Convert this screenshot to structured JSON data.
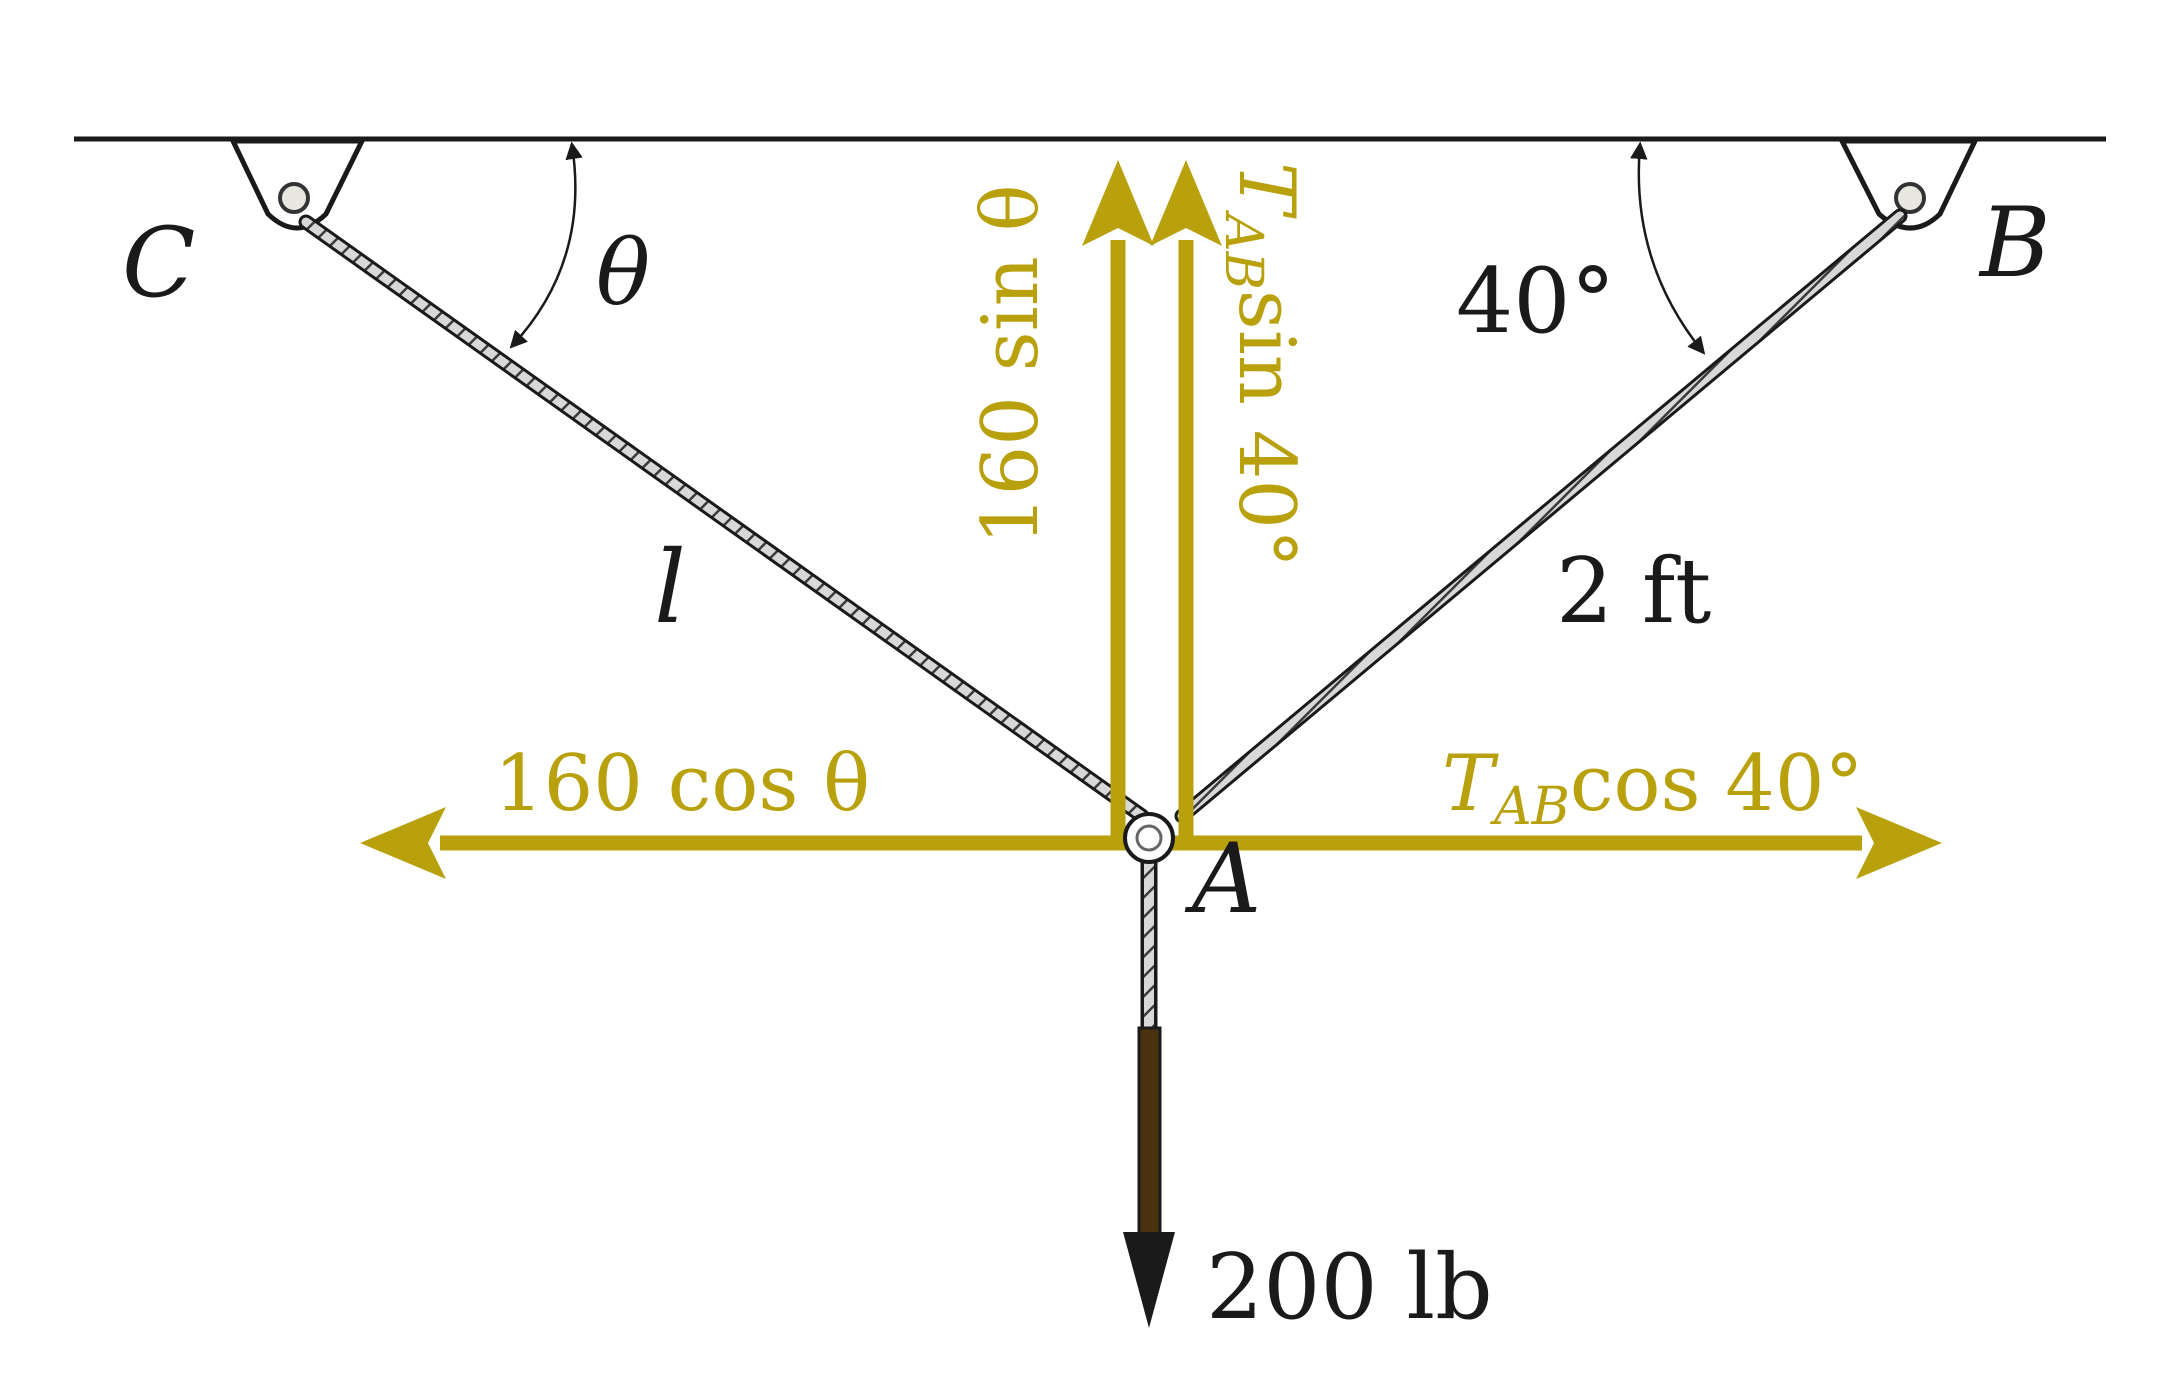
{
  "labels": {
    "point_c": "C",
    "point_b": "B",
    "point_a": "A",
    "angle_c": "θ",
    "angle_b": "40°",
    "length_ca": "l",
    "length_ab": "2 ft",
    "load": "200 lb"
  },
  "force_labels": {
    "vertical_c": "160 sin θ",
    "vertical_ab_t": "T",
    "vertical_ab_sub": "AB",
    "vertical_ab_rest": "sin 40°",
    "horizontal_c": "160 cos θ",
    "horizontal_ab_t": "T",
    "horizontal_ab_sub": "AB",
    "horizontal_ab_rest": "cos 40°"
  },
  "colors": {
    "force_arrow": "#b9a10e",
    "line": "#1a1a1a",
    "load_rod": "#4a3210"
  }
}
